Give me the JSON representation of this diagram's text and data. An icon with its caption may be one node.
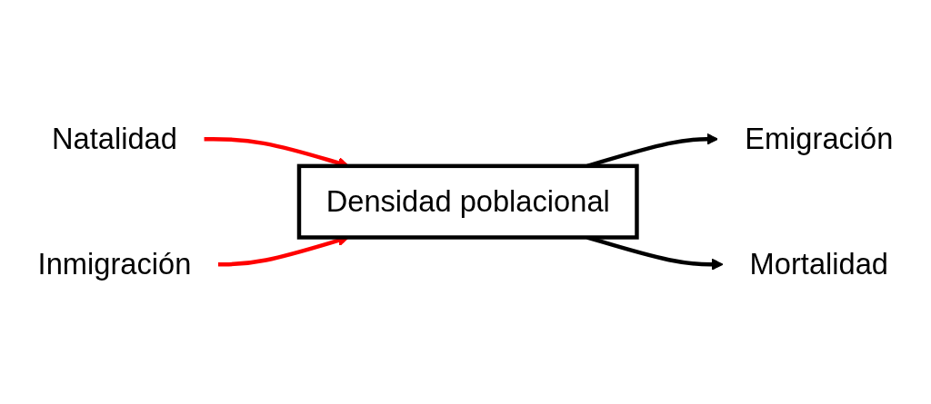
{
  "diagram": {
    "nodes": [
      {
        "text": [
          "Natalidad"
        ]
      },
      {
        "text": [
          "Inmigración"
        ]
      },
      {
        "text": [
          "Densidad poblacional"
        ]
      },
      {
        "text": [
          "Emigración"
        ]
      },
      {
        "text": [
          "Mortalidad"
        ]
      }
    ],
    "edges": [
      {
        "from": 0,
        "to": 2,
        "arrow": "to",
        "color": "#ff0000"
      },
      {
        "from": 1,
        "to": 2,
        "arrow": "to",
        "color": "#ff0000"
      },
      {
        "from": 2,
        "to": 3,
        "arrow": "to",
        "color": "#000000"
      },
      {
        "from": 2,
        "to": 4,
        "arrow": "to",
        "color": "#000000"
      }
    ]
  }
}
